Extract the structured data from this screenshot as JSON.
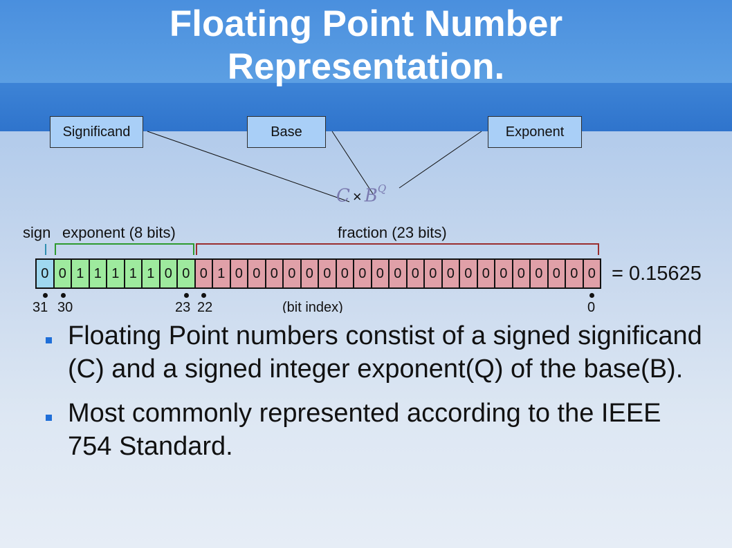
{
  "slide": {
    "title_lines": [
      "Floating Point Number",
      "Representation."
    ]
  },
  "diagram": {
    "boxes": {
      "significand": "Significand",
      "base": "Base",
      "exponent": "Exponent"
    },
    "formula": {
      "c": "C",
      "times": "×",
      "b": "B",
      "q": "Q"
    },
    "labels": {
      "sign": "sign",
      "exponent": "exponent (8 bits)",
      "fraction": "fraction (23 bits)"
    },
    "bits": [
      "0",
      "0",
      "1",
      "1",
      "1",
      "1",
      "1",
      "0",
      "0",
      "0",
      "1",
      "0",
      "0",
      "0",
      "0",
      "0",
      "0",
      "0",
      "0",
      "0",
      "0",
      "0",
      "0",
      "0",
      "0",
      "0",
      "0",
      "0",
      "0",
      "0",
      "0",
      "0"
    ],
    "result": "= 0.15625",
    "indices": {
      "i31": "31",
      "i30": "30",
      "i23": "23",
      "i22": "22",
      "bit_index": "(bit index)",
      "i0": "0"
    },
    "colors": {
      "sign": "#9fd8f0",
      "exponent": "#9eea9e",
      "fraction": "#e0a0a8",
      "sign_bracket": "#2f8fb0",
      "exponent_bracket": "#2e9a2e",
      "fraction_bracket": "#9a2e2e"
    }
  },
  "bullets": [
    "Floating Point numbers constist of a signed significand (C) and a signed integer exponent(Q) of the base(B).",
    "Most commonly represented according to the IEEE 754 Standard."
  ]
}
